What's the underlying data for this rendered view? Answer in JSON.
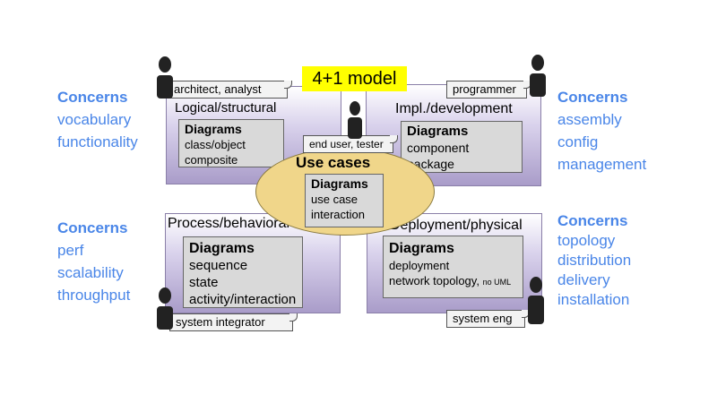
{
  "model_label": "4+1 model",
  "concerns": {
    "logical": {
      "title": "Concerns",
      "items": [
        "vocabulary",
        "functionality"
      ]
    },
    "implementation": {
      "title": "Concerns",
      "items": [
        "assembly",
        "config",
        "management"
      ]
    },
    "process": {
      "title": "Concerns",
      "items": [
        "perf",
        "scalability",
        "throughput"
      ]
    },
    "deployment": {
      "title": "Concerns",
      "items": [
        "topology",
        "distribution",
        "delivery",
        "installation"
      ]
    }
  },
  "views": {
    "logical": {
      "title": "Logical/structural",
      "stakeholder": "architect, analyst",
      "diagrams": {
        "title": "Diagrams",
        "items": [
          "class/object",
          "composite"
        ]
      }
    },
    "implementation": {
      "title": "Impl./development",
      "stakeholder": "programmer",
      "diagrams": {
        "title": "Diagrams",
        "items": [
          "component",
          "package"
        ]
      }
    },
    "process": {
      "title": "Process/behavioral",
      "stakeholder": "system integrator",
      "diagrams": {
        "title": "Diagrams",
        "items": [
          "sequence",
          "state",
          "activity/interaction"
        ]
      }
    },
    "deployment": {
      "title": "Deployment/physical",
      "stakeholder": "system eng",
      "diagrams": {
        "title": "Diagrams",
        "items": [
          "deployment"
        ],
        "extra_item": "network topology,",
        "extra_note": "no UML"
      }
    },
    "usecases": {
      "title": "Use cases",
      "stakeholder": "end user, tester",
      "diagrams": {
        "title": "Diagrams",
        "items": [
          "use case",
          "interaction"
        ]
      }
    }
  },
  "colors": {
    "concern_text": "#4a86e8",
    "view_gradient_bottom": "#a99cc9",
    "diagram_box": "#d9d9d9",
    "usecase_ellipse": "#f0d68a",
    "model_label_bg": "#ffff00"
  }
}
